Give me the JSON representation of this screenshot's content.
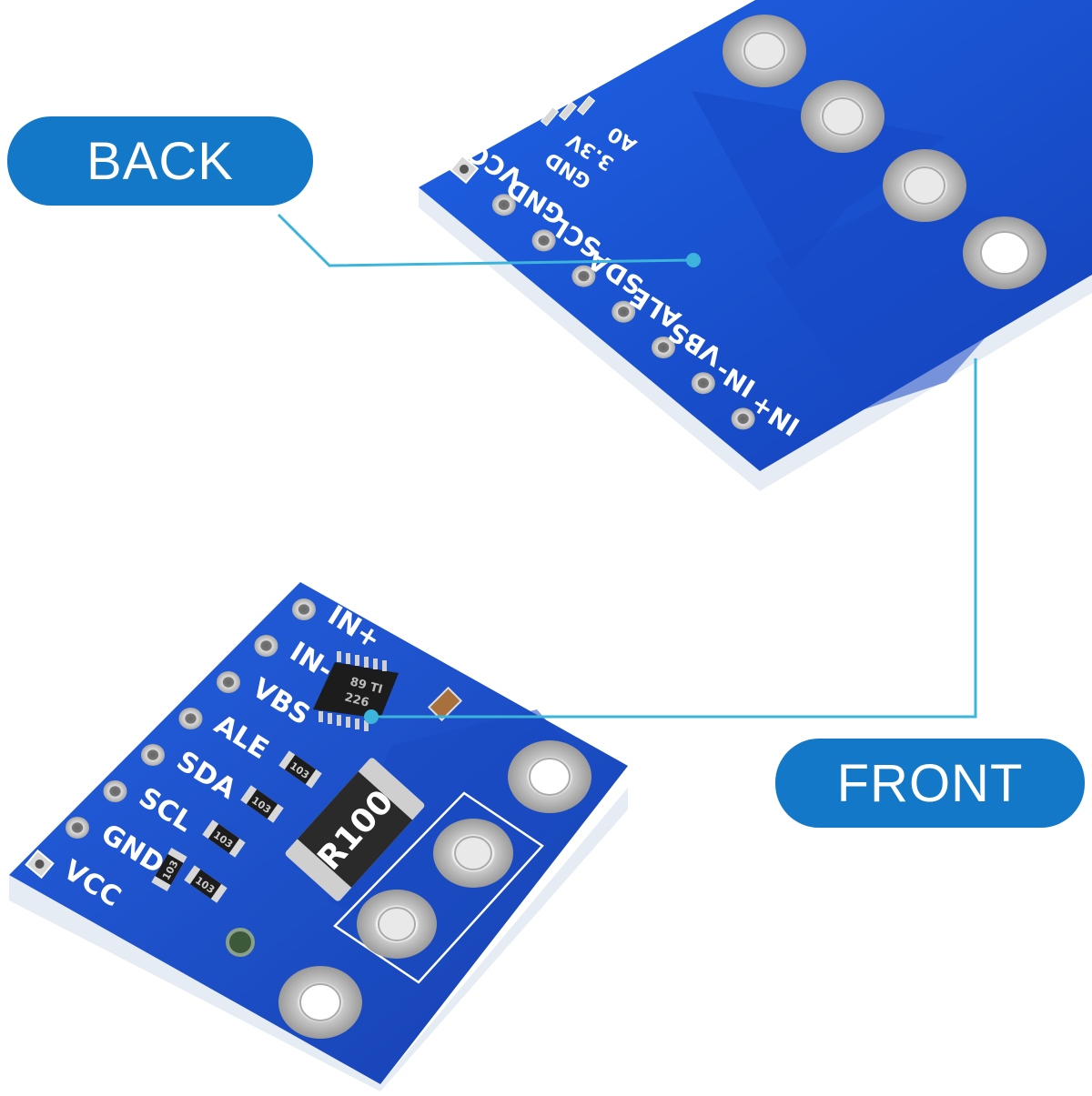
{
  "callouts": {
    "back": "BACK",
    "front": "FRONT"
  },
  "colors": {
    "pill": "#1478c8",
    "leader_line": "#3cb4dc",
    "pcb_blue": "#1a4fd0",
    "pcb_edge": "#e8eef4",
    "silkscreen": "#ffffff"
  },
  "back_board": {
    "pin_labels": [
      "VCC",
      "GND",
      "SCL",
      "SDA",
      "ALE",
      "VBS",
      "IN-",
      "IN+"
    ],
    "jumper_labels": [
      "A0",
      "3.3V",
      "GND"
    ]
  },
  "front_board": {
    "pin_labels": [
      "IN+",
      "IN-",
      "VBS",
      "ALE",
      "SDA",
      "SCL",
      "GND",
      "VCC"
    ],
    "chip_markings": [
      "89 TI",
      "226"
    ],
    "shunt_resistor": "R100",
    "smd_codes": [
      "103",
      "103",
      "103",
      "103",
      "103"
    ]
  }
}
